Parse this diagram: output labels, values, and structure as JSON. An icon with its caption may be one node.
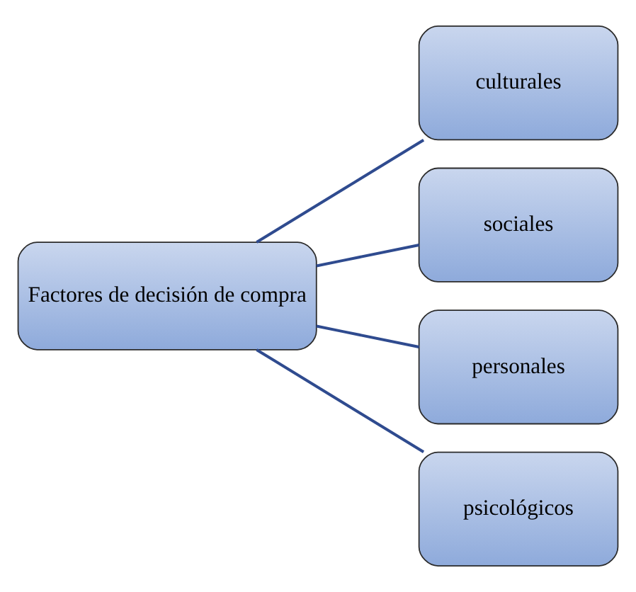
{
  "diagram": {
    "nodes": [
      {
        "text": [
          "Factores de decisión de compra"
        ]
      },
      {
        "text": [
          "culturales"
        ]
      },
      {
        "text": [
          "sociales"
        ]
      },
      {
        "text": [
          "personales"
        ]
      },
      {
        "text": [
          "psicológicos"
        ]
      }
    ],
    "edges": [
      {
        "from": 0,
        "to": 1,
        "arrow": "none"
      },
      {
        "from": 0,
        "to": 2,
        "arrow": "none"
      },
      {
        "from": 0,
        "to": 3,
        "arrow": "none"
      },
      {
        "from": 0,
        "to": 4,
        "arrow": "none"
      }
    ]
  }
}
